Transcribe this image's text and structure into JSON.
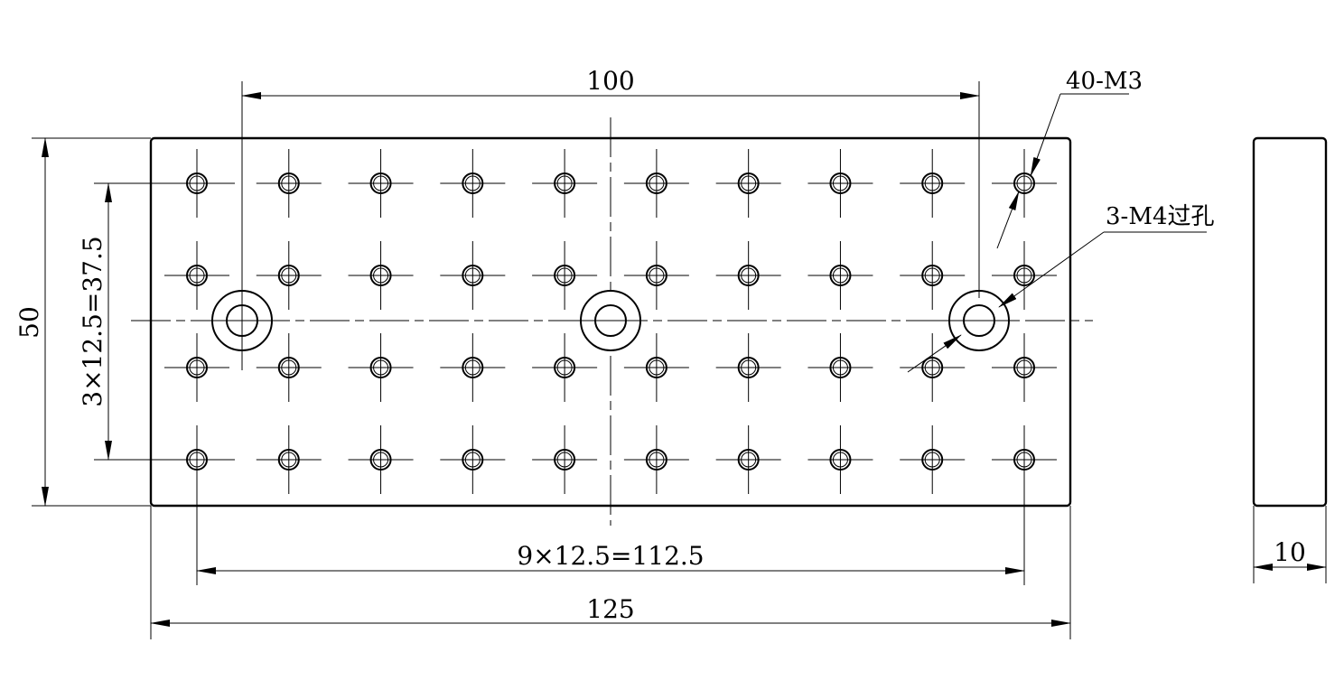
{
  "dimensions": {
    "top_span": "100",
    "height": "50",
    "row_pitch": "3×12.5=37.5",
    "column_pitch": "9×12.5=112.5",
    "overall_length": "125",
    "thickness": "10"
  },
  "callouts": {
    "tapped_holes": "40-M3",
    "through_holes": "3-M4过孔"
  },
  "pattern": {
    "tapped_columns": 10,
    "tapped_rows": 4,
    "through_hole_count": 3
  }
}
